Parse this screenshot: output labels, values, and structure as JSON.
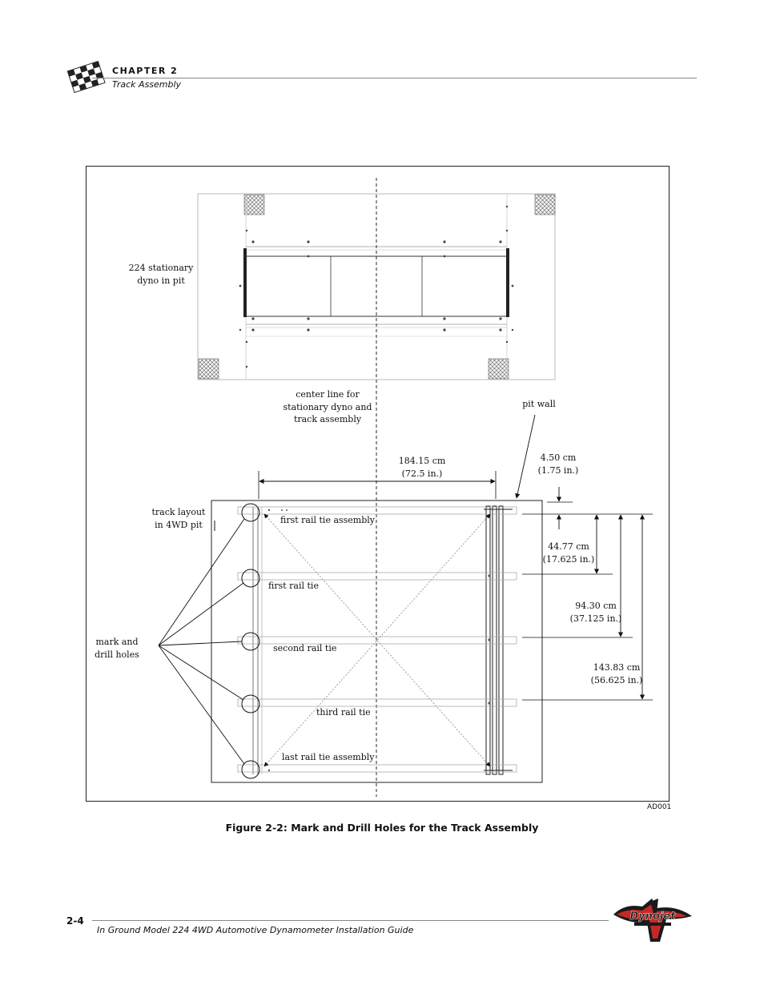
{
  "header": {
    "chapter": "CHAPTER 2",
    "section": "Track Assembly"
  },
  "figure": {
    "caption": "Figure 2-2: Mark and Drill Holes for the Track Assembly",
    "id": "AD001",
    "labels": {
      "stationary_dyno": "224 stationary\ndyno in pit",
      "center_line": "center line for\nstationary dyno and\ntrack assembly",
      "pit_wall": "pit wall",
      "track_layout": "track layout\nin 4WD pit",
      "mark_drill": "mark and\ndrill holes",
      "first_rail_tie_assembly": "first rail tie assembly",
      "first_rail_tie": "first rail tie",
      "second_rail_tie": "second rail tie",
      "third_rail_tie": "third rail tie",
      "last_rail_tie_assembly": "last rail tie assembly"
    },
    "dimensions": {
      "width": "184.15 cm\n(72.5 in.)",
      "offset": "4.50 cm\n(1.75 in.)",
      "d1": "44.77 cm\n(17.625 in.)",
      "d2": "94.30 cm\n(37.125 in.)",
      "d3": "143.83 cm\n(56.625 in.)"
    }
  },
  "footer": {
    "page_number": "2-4",
    "title": "In Ground Model 224 4WD Automotive Dynamometer Installation Guide",
    "logo_text": "Dynojet"
  }
}
